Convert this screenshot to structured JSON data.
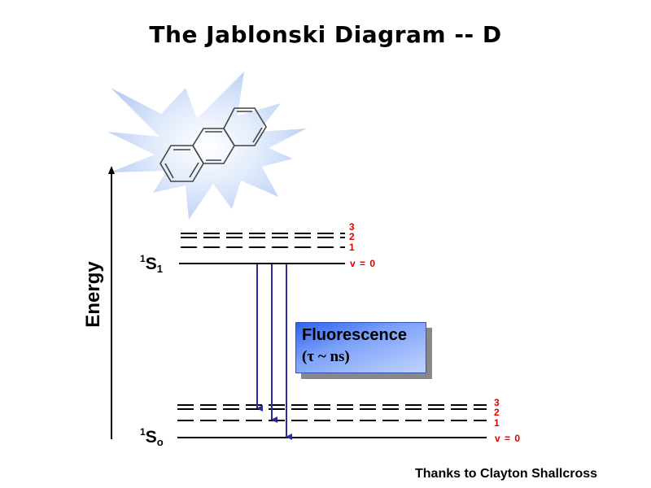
{
  "title": "The Jablonski Diagram -- D",
  "axis_label": "Energy",
  "states": {
    "s1": {
      "sup": "1",
      "main": "S",
      "sub": "1"
    },
    "s0": {
      "sup": "1",
      "main": "S",
      "sub": "o"
    }
  },
  "vibrational_levels": {
    "s1": [
      "3",
      "2",
      "1",
      "v = 0"
    ],
    "s0": [
      "3",
      "2",
      "1",
      "v = 0"
    ]
  },
  "process": {
    "label": "Fluorescence",
    "lifetime": "(τ ~ ns)"
  },
  "credit": "Thanks to Clayton Shallcross",
  "colors": {
    "arrow": "#2b2b9c",
    "vib_label": "#e00000",
    "burst": "#c6d8f8",
    "box": "#2e63f0"
  }
}
